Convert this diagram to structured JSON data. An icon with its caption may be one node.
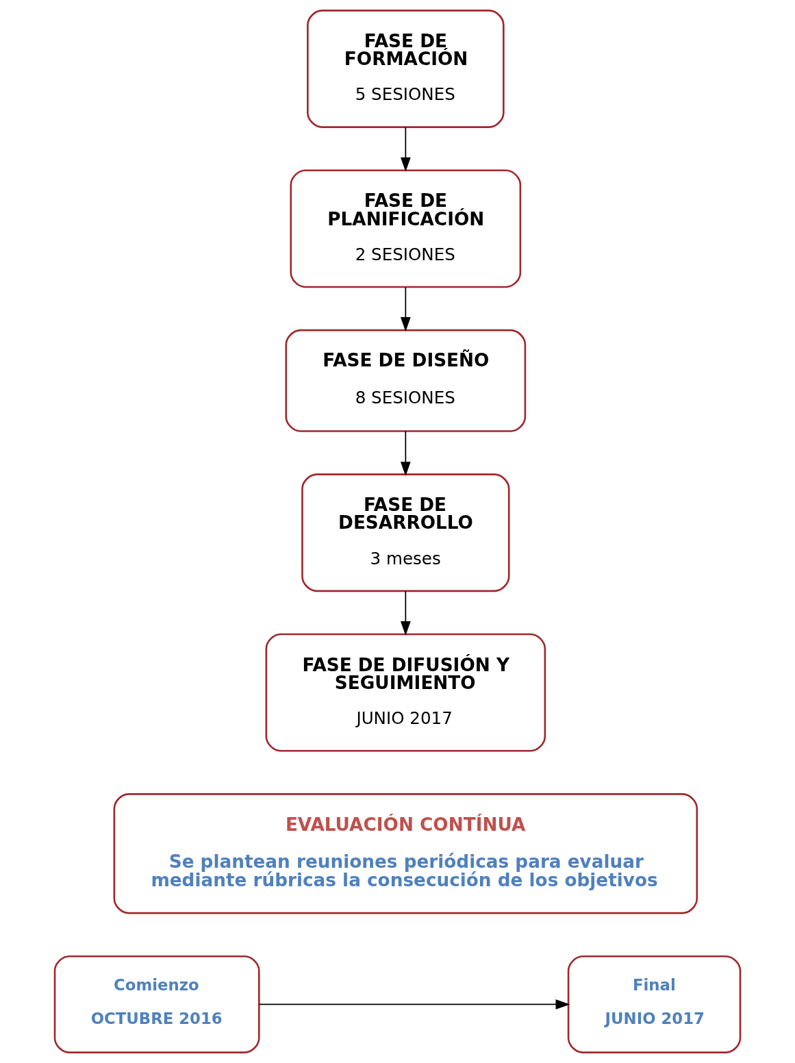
{
  "diagram": {
    "nodes": [
      {
        "text": [
          "FASE DE FORMACIÓN",
          "5 SESIONES"
        ]
      },
      {
        "text": [
          "FASE DE PLANIFICACIÓN",
          "2 SESIONES"
        ]
      },
      {
        "text": [
          "FASE DE DISEÑO",
          "8 SESIONES"
        ]
      },
      {
        "text": [
          "FASE DE DESARROLLO",
          "3 meses"
        ]
      },
      {
        "text": [
          "FASE DE DIFUSIÓN Y SEGUIMIENTO",
          "JUNIO 2017"
        ]
      },
      {
        "text": [
          "EVALUACIÓN CONTÍNUA",
          "Se plantean reuniones periódicas para evaluar mediante rúbricas la consecución de los objetivos"
        ]
      },
      {
        "text": [
          "Comienzo",
          "OCTUBRE 2016"
        ]
      },
      {
        "text": [
          "Final",
          "JUNIO 2017"
        ]
      }
    ],
    "edges": [
      {
        "from": 0,
        "to": 1,
        "arrow": "to"
      },
      {
        "from": 1,
        "to": 2,
        "arrow": "to"
      },
      {
        "from": 2,
        "to": 3,
        "arrow": "to"
      },
      {
        "from": 3,
        "to": 4,
        "arrow": "to"
      },
      {
        "from": 6,
        "to": 7,
        "arrow": "to"
      }
    ]
  }
}
